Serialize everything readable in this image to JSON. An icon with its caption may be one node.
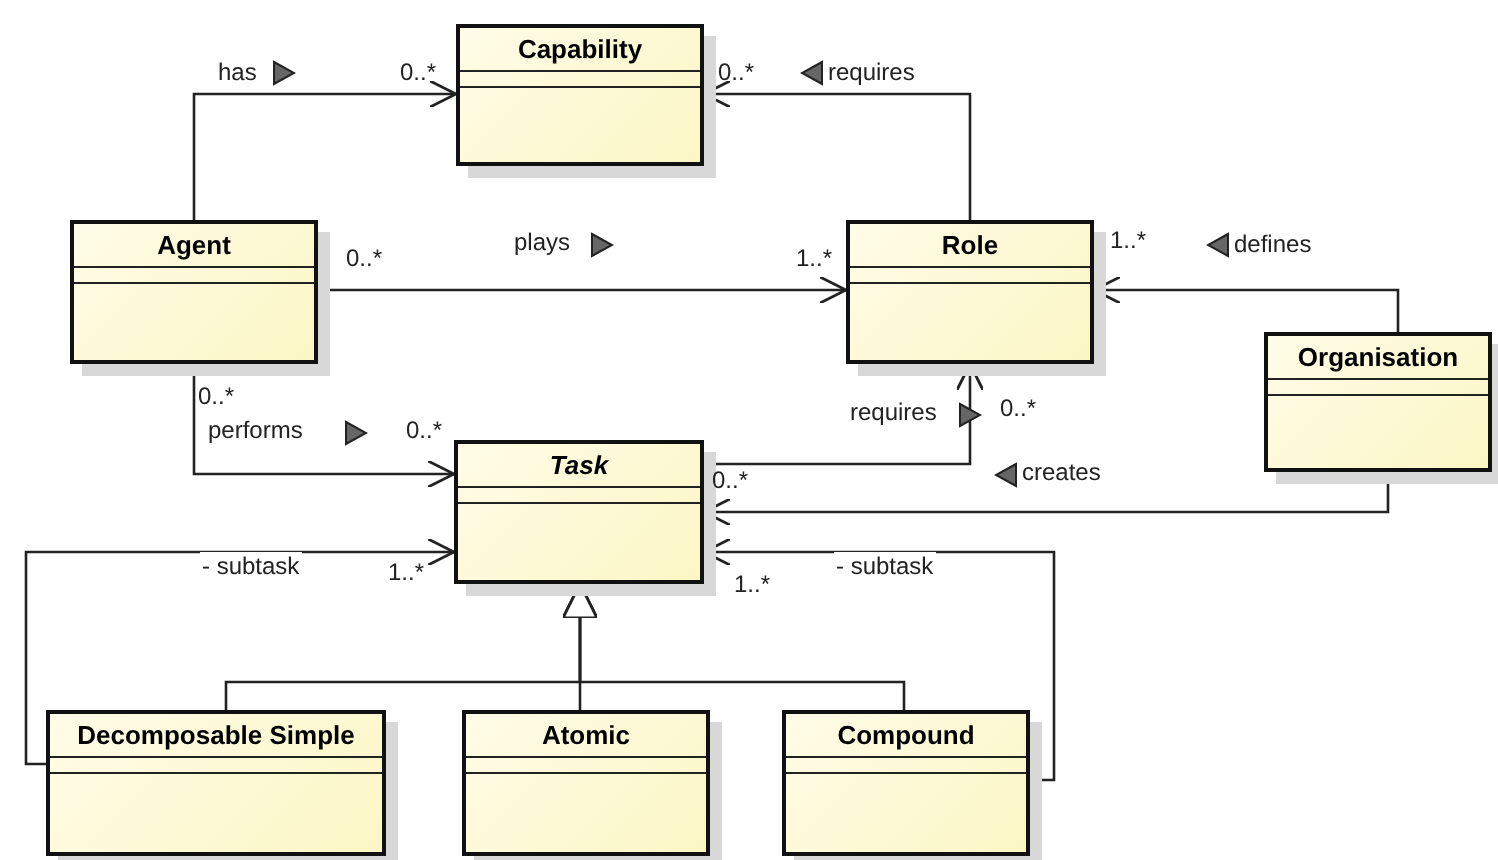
{
  "diagram": {
    "nodes": [
      {
        "text": [
          "Capability"
        ]
      },
      {
        "text": [
          "Agent"
        ]
      },
      {
        "text": [
          "Role"
        ]
      },
      {
        "text": [
          "Organisation"
        ]
      },
      {
        "text": [
          "*Task*"
        ]
      },
      {
        "text": [
          "Decomposable Simple"
        ]
      },
      {
        "text": [
          "Atomic"
        ]
      },
      {
        "text": [
          "Compound"
        ]
      }
    ],
    "edges": [
      {
        "from": 1,
        "to": 0,
        "arrow": "to",
        "label": "has"
      },
      {
        "from": 2,
        "to": 0,
        "arrow": "to",
        "label": "requires"
      },
      {
        "from": 1,
        "to": 2,
        "arrow": "to",
        "label": "plays"
      },
      {
        "from": 3,
        "to": 2,
        "arrow": "to",
        "label": "defines"
      },
      {
        "from": 1,
        "to": 4,
        "arrow": "to",
        "label": "performs"
      },
      {
        "from": 4,
        "to": 2,
        "arrow": "to",
        "label": "requires"
      },
      {
        "from": 3,
        "to": 4,
        "arrow": "to",
        "label": "creates"
      },
      {
        "from": 5,
        "to": 4,
        "arrow": "to",
        "label": "- subtask"
      },
      {
        "from": 7,
        "to": 4,
        "arrow": "to",
        "label": "- subtask"
      },
      {
        "from": 5,
        "to": 4,
        "arrow": "to"
      },
      {
        "from": 6,
        "to": 4,
        "arrow": "to"
      },
      {
        "from": 7,
        "to": 4,
        "arrow": "to"
      }
    ],
    "labels": [
      "0..*",
      "0..*",
      "1..*",
      "0..*",
      "1..*",
      "0..*",
      "0..*",
      "0..*",
      "0..*",
      "1..*",
      "1..*"
    ]
  }
}
